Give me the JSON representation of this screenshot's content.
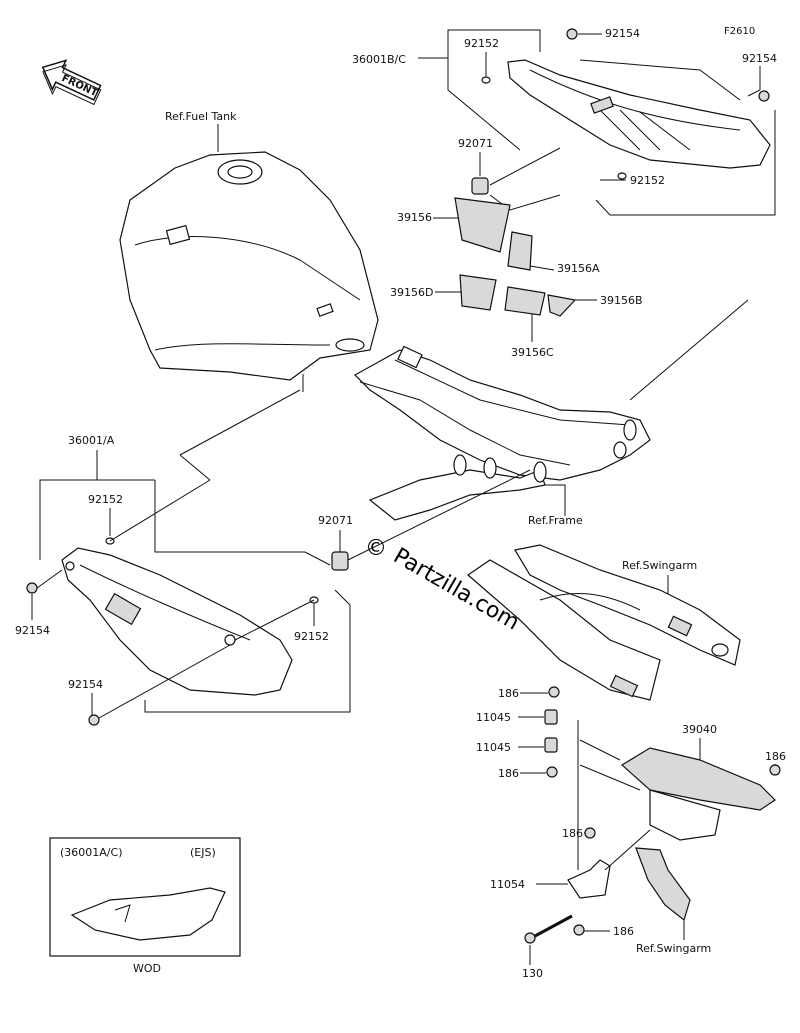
{
  "diagram_code": "F2610",
  "front_label": "FRONT",
  "watermark": "Partzilla.com",
  "copyright_symbol": "©",
  "refs": {
    "fuel_tank": "Ref.Fuel Tank",
    "frame": "Ref.Frame",
    "swingarm_top": "Ref.Swingarm",
    "swingarm_bottom": "Ref.Swingarm"
  },
  "groups": {
    "right_cover": "36001B/C",
    "left_cover": "36001/A"
  },
  "callouts": {
    "p92152_a": "92152",
    "p92154_a": "92154",
    "p92154_b": "92154",
    "p92071_a": "92071",
    "p92152_b": "92152",
    "p39156": "39156",
    "p39156A": "39156A",
    "p39156D": "39156D",
    "p39156B": "39156B",
    "p39156C": "39156C",
    "p92152_c": "92152",
    "p92154_c": "92154",
    "p92071_b": "92071",
    "p92152_d": "92152",
    "p92154_d": "92154",
    "p186_a": "186",
    "p11045_a": "11045",
    "p11045_b": "11045",
    "p186_b": "186",
    "p39040": "39040",
    "p186_c": "186",
    "p186_d": "186",
    "p11054": "11054",
    "p186_e": "186",
    "p130": "130"
  },
  "inset": {
    "left_label": "(36001A/C)",
    "right_label": "(EJS)",
    "caption": "WOD"
  }
}
